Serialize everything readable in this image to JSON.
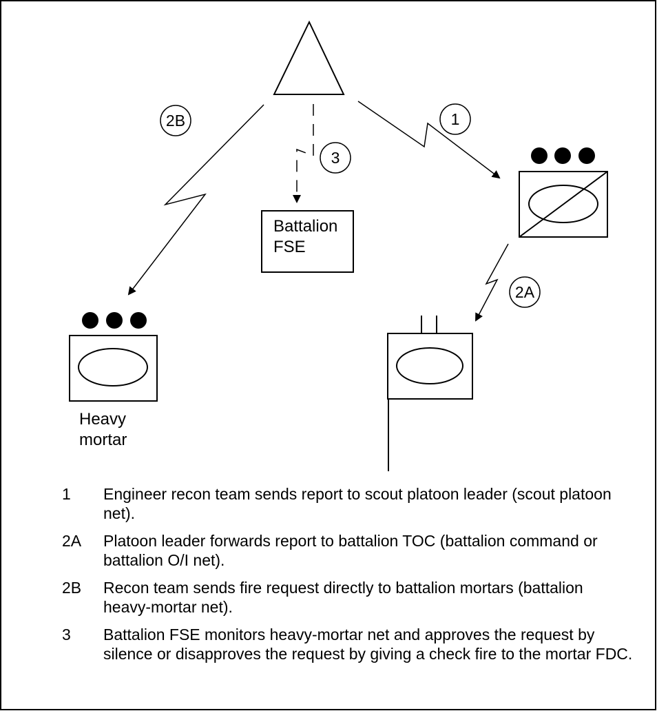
{
  "diagram": {
    "nodes": {
      "fse": {
        "label_line1": "Battalion",
        "label_line2": "FSE"
      },
      "heavy_mortar": {
        "label_line1": "Heavy",
        "label_line2": "mortar"
      }
    },
    "links": [
      {
        "id": "1",
        "marker": "1"
      },
      {
        "id": "2A",
        "marker": "2A"
      },
      {
        "id": "2B",
        "marker": "2B"
      },
      {
        "id": "3",
        "marker": "3"
      }
    ]
  },
  "legend": [
    {
      "num": "1",
      "text": "Engineer recon team sends report to scout platoon leader (scout platoon net)."
    },
    {
      "num": "2A",
      "text": "Platoon leader forwards report to battalion TOC (battalion command or battalion O/I net)."
    },
    {
      "num": "2B",
      "text": "Recon team sends fire request directly to battalion mortars (battalion heavy-mortar net)."
    },
    {
      "num": "3",
      "text": "Battalion FSE monitors heavy-mortar net and approves the request by silence or disapproves the request by giving a check fire to the mortar FDC."
    }
  ]
}
